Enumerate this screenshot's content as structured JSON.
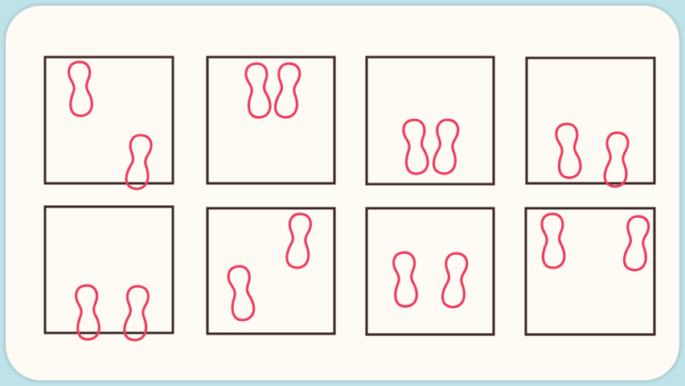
{
  "colors": {
    "frame_background": "#bfe3ea",
    "card": "#fdfbf4",
    "box_border": "#3b2626",
    "shape_outline": "#ee3d5e"
  },
  "panels": [
    {
      "shapes": 2
    },
    {
      "shapes": 2
    },
    {
      "shapes": 2
    },
    {
      "shapes": 2
    },
    {
      "shapes": 2
    },
    {
      "shapes": 2
    },
    {
      "shapes": 2
    },
    {
      "shapes": 2
    }
  ]
}
